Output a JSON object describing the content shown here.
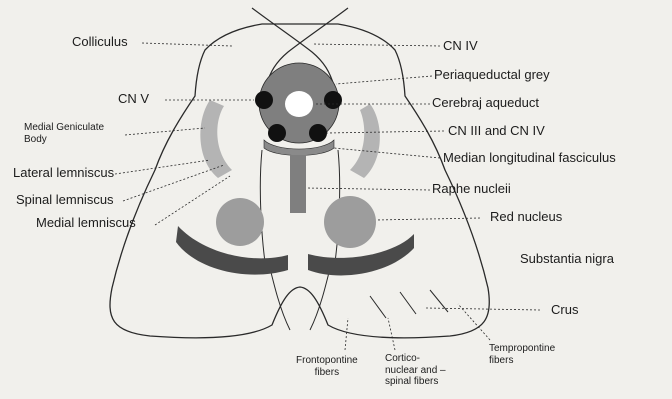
{
  "labels": {
    "colliculus": "Colliculus",
    "cn_iv": "CN IV",
    "periaqueductal_grey": "Periaqueductal grey",
    "cn_v": "CN V",
    "cerebral_aqueduct": "Cerebraj aqueduct",
    "medial_geniculate_body": "Medial Geniculate\nBody",
    "cn_iii_iv": "CN III and CN IV",
    "median_longitudinal_fasciculus": "Median longitudinal fasciculus",
    "lateral_lemniscus": "Lateral lemniscus",
    "raphe_nuclei": "Raphe nucleii",
    "spinal_lemniscus": "Spinal lemniscus",
    "red_nucleus": "Red nucleus",
    "medial_lemniscus": "Medial lemniscus",
    "substantia_nigra": "Substantia nigra",
    "crus": "Crus",
    "frontopontine_fibers": "Frontopontine\nfibers",
    "corticonuclear_spinal_fibers": "Cortico-\nnuclear and –\nspinal fibers",
    "tempropontine_fibers": "Tempropontine\nfibers"
  },
  "colors": {
    "background": "#f1f0ec",
    "outline": "#2a2a2a",
    "grey_matter": "#7f7f7f",
    "red_nucleus": "#9d9d9d",
    "nigra": "#4a4a4a",
    "lemniscus_band": "#b4b4b4",
    "nuclei": "#111111"
  }
}
